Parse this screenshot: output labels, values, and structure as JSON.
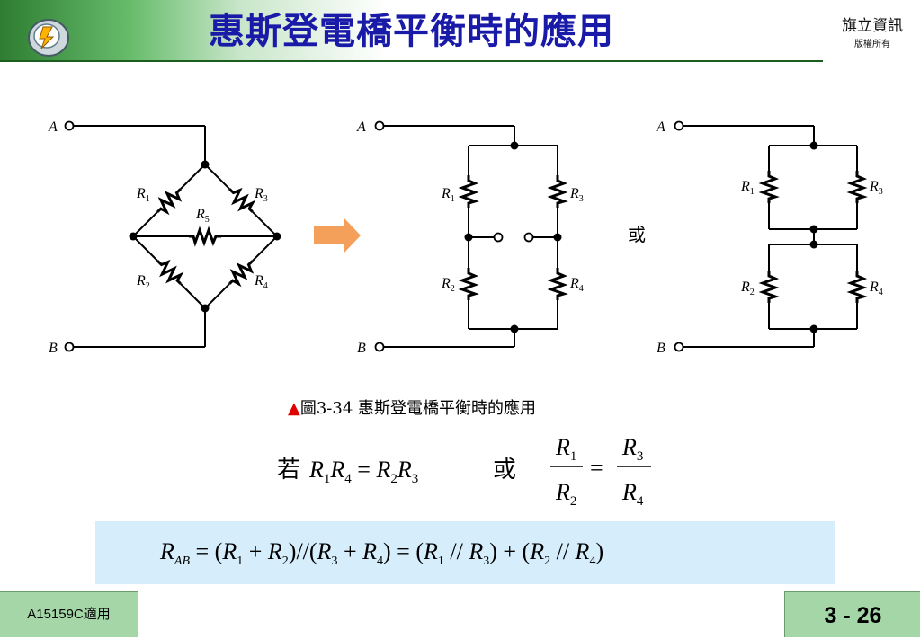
{
  "header": {
    "title": "惠斯登電橋平衡時的應用",
    "brand": "旗立資訊",
    "brand_sub": "版權所有"
  },
  "figure": {
    "caption_marker": "▲",
    "caption": "圖3-34  惠斯登電橋平衡時的應用",
    "or_label": "或",
    "terminals": [
      "A",
      "B"
    ],
    "resistors": [
      "R1",
      "R2",
      "R3",
      "R4",
      "R5"
    ]
  },
  "equations": {
    "if_word": "若",
    "or_word": "或",
    "balance": "R1R4 = R2R3",
    "ratio": "R1/R2 = R3/R4",
    "rab": "RAB = (R1 + R2)//(R3 + R4) = (R1 // R3) + (R2 // R4)"
  },
  "footer": {
    "course": "A15159C適用",
    "page": "3 - 26"
  },
  "colors": {
    "title": "#1a1aa8",
    "arrow": "#f5a05a",
    "formula_bg": "#d6eefc",
    "footer_bg": "#a5d6a7",
    "caption_marker": "#e00000"
  }
}
